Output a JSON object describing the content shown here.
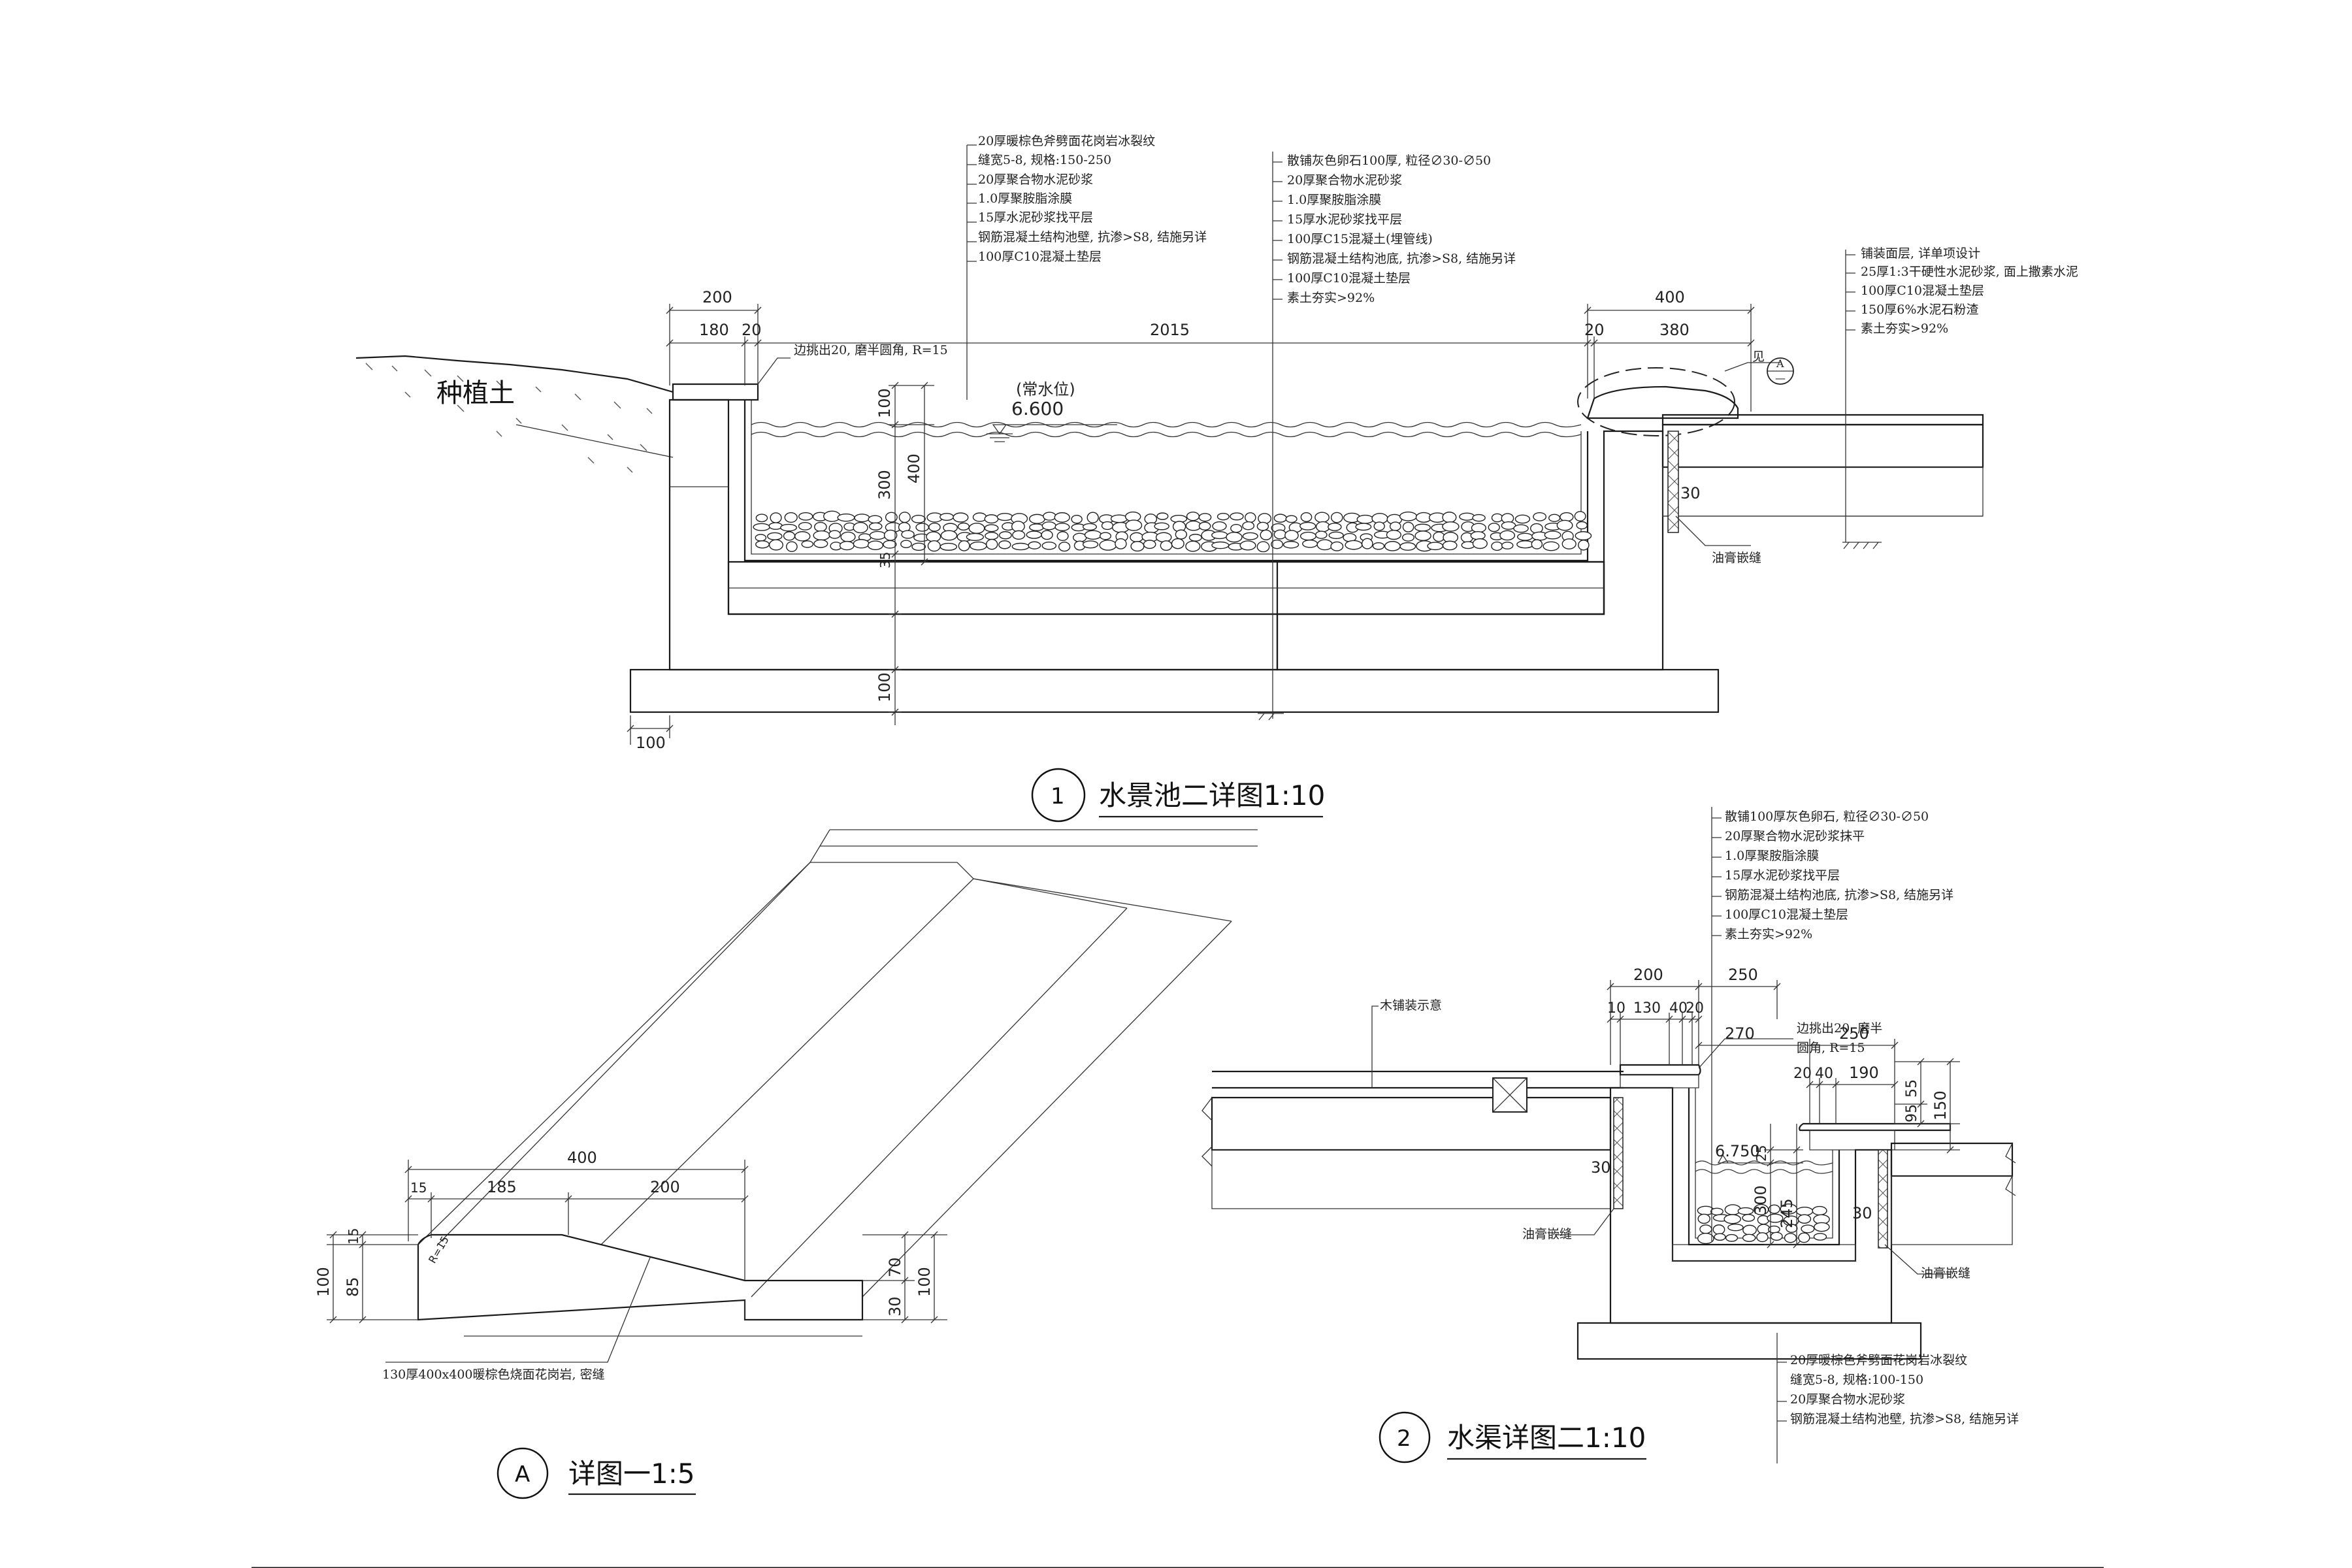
{
  "detail1": {
    "symbol": "1",
    "title": "水景池二详图1:10",
    "label_soil": "种植土",
    "water_label": "(常水位)",
    "water_level": "6.600",
    "edge_note": "边挑出20, 磨半圆角, R=15",
    "see_label": "见",
    "see_ref_top": "A",
    "see_ref_bottom": "—",
    "oil_joint": "油膏嵌缝",
    "notes_left": [
      "20厚暖棕色斧劈面花岗岩冰裂纹",
      "缝宽5-8, 规格:150-250",
      "20厚聚合物水泥砂浆",
      "1.0厚聚胺脂涂膜",
      "15厚水泥砂浆找平层",
      "钢筋混凝土结构池壁, 抗渗>S8, 结施另详",
      "100厚C10混凝土垫层"
    ],
    "notes_mid": [
      "散铺灰色卵石100厚, 粒径∅30-∅50",
      "20厚聚合物水泥砂浆",
      "1.0厚聚胺脂涂膜",
      "15厚水泥砂浆找平层",
      "100厚C15混凝土(埋管线)",
      "钢筋混凝土结构池底, 抗渗>S8, 结施另详",
      "100厚C10混凝土垫层",
      "素土夯实>92%"
    ],
    "notes_right": [
      "铺装面层, 详单项设计",
      "25厚1:3干硬性水泥砂浆, 面上撒素水泥",
      "100厚C10混凝土垫层",
      "150厚6%水泥石粉渣",
      "素土夯实>92%"
    ],
    "dims": {
      "d200": "200",
      "d180": "180",
      "d20a": "20",
      "d2015": "2015",
      "d400": "400",
      "d20b": "20",
      "d380": "380",
      "v100": "100",
      "v300": "300",
      "v400": "400",
      "v35": "35",
      "v100b": "100",
      "v30": "30",
      "h100": "100"
    }
  },
  "detail2": {
    "symbol": "2",
    "title": "水渠详图二1:10",
    "deck_note": "木铺装示意",
    "edge_note_1": "边挑出20, 磨半",
    "edge_note_2": "圆角, R=15",
    "water_level": "6.750",
    "oil_joint_left": "油膏嵌缝",
    "oil_joint_right": "油膏嵌缝",
    "notes_top": [
      "散铺100厚灰色卵石, 粒径∅30-∅50",
      "20厚聚合物水泥砂浆抹平",
      "1.0厚聚胺脂涂膜",
      "15厚水泥砂浆找平层",
      "钢筋混凝土结构池底, 抗渗>S8, 结施另详",
      "100厚C10混凝土垫层",
      "素土夯实>92%"
    ],
    "notes_bottom": [
      "20厚暖棕色斧劈面花岗岩冰裂纹",
      "缝宽5-8, 规格:100-150",
      "20厚聚合物水泥砂浆",
      "钢筋混凝土结构池壁, 抗渗>S8, 结施另详"
    ],
    "dims": {
      "d200": "200",
      "d250": "250",
      "d10": "10",
      "d130": "130",
      "d40": "40",
      "d20": "20",
      "d270": "270",
      "d250b": "250",
      "d20b": "20",
      "d40b": "40",
      "d190": "190",
      "v55": "55",
      "v95": "95",
      "v150": "150",
      "v25": "25",
      "v300": "300",
      "v245": "245",
      "v30a": "30",
      "v30b": "30"
    }
  },
  "detailA": {
    "symbol": "A",
    "title": "详图一1:5",
    "note": "130厚400x400暖棕色烧面花岗岩, 密缝",
    "dims": {
      "d400": "400",
      "d15": "15",
      "d185": "185",
      "d200": "200",
      "v15": "15",
      "v85": "85",
      "v100": "100",
      "v70": "70",
      "v30": "30",
      "v100b": "100",
      "r": "R=15"
    }
  }
}
